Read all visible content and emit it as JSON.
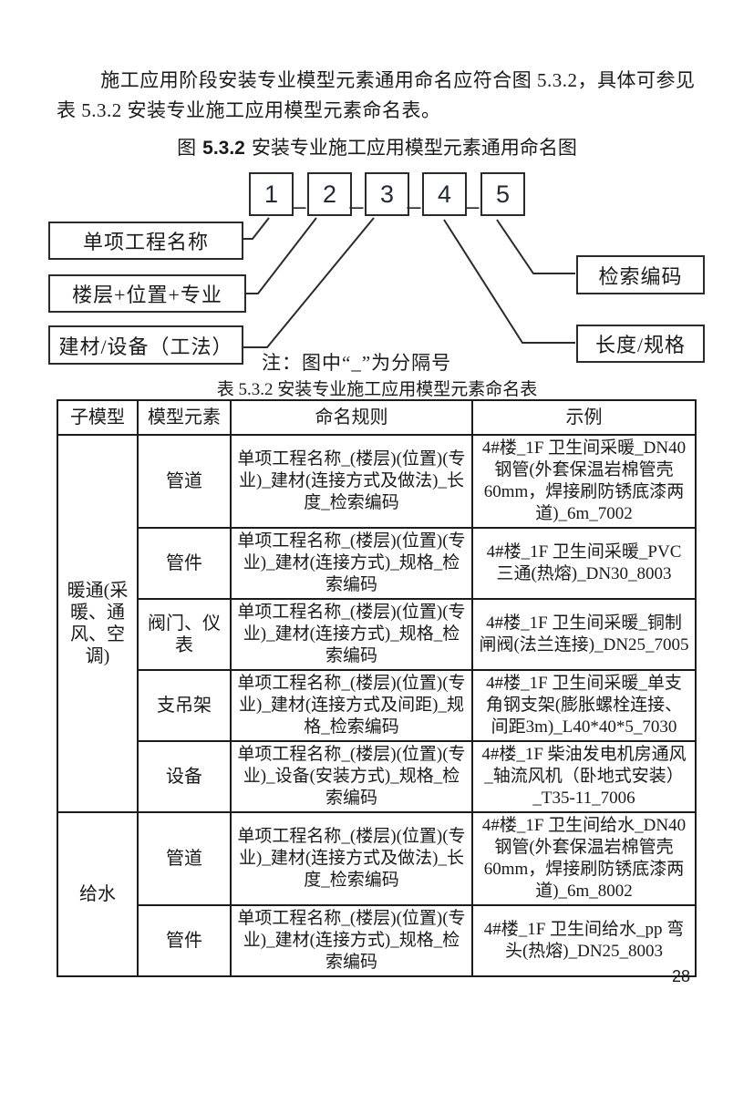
{
  "colors": {
    "ink": "#1a1a1a",
    "line": "#2b2b2b"
  },
  "page": {
    "paragraph": "施工应用阶段安装专业模型元素通用命名应符合图 5.3.2，具体可参见表 5.3.2 安装专业施工应用模型元素命名表。",
    "page_number": "28"
  },
  "figure": {
    "caption_prefix": "图",
    "caption_number": "5.3.2",
    "caption_text": "安装专业施工应用模型元素通用命名图",
    "boxes": [
      "1",
      "2",
      "3",
      "4",
      "5"
    ],
    "separator": "_",
    "labels_left": [
      "单项工程名称",
      "楼层+位置+专业",
      "建材/设备（工法）"
    ],
    "labels_right": [
      "检索编码",
      "长度/规格"
    ],
    "note": "注：图中“_”为分隔号"
  },
  "table": {
    "caption": "表 5.3.2 安装专业施工应用模型元素命名表",
    "headers": [
      "子模型",
      "模型元素",
      "命名规则",
      "示例"
    ],
    "groups": [
      {
        "submodel": "暖通(采暖、通风、空调)",
        "rows": [
          {
            "element": "管道",
            "rule": "单项工程名称_(楼层)(位置)(专业)_建材(连接方式及做法)_长度_检索编码",
            "example": "4#楼_1F 卫生间采暖_DN40 钢管(外套保温岩棉管壳60mm，焊接刷防锈底漆两道)_6m_7002"
          },
          {
            "element": "管件",
            "rule": "单项工程名称_(楼层)(位置)(专业)_建材(连接方式)_规格_检索编码",
            "example": "4#楼_1F 卫生间采暖_PVC 三通(热熔)_DN30_8003"
          },
          {
            "element": "阀门、仪表",
            "rule": "单项工程名称_(楼层)(位置)(专业)_建材(连接方式)_规格_检索编码",
            "example": "4#楼_1F 卫生间采暖_铜制闸阀(法兰连接)_DN25_7005"
          },
          {
            "element": "支吊架",
            "rule": "单项工程名称_(楼层)(位置)(专业)_建材(连接方式及间距)_规格_检索编码",
            "example": "4#楼_1F 卫生间采暖_单支角钢支架(膨胀螺栓连接、间距3m)_L40*40*5_7030"
          },
          {
            "element": "设备",
            "rule": "单项工程名称_(楼层)(位置)(专业)_设备(安装方式)_规格_检索编码",
            "example": "4#楼_1F 柴油发电机房通风_轴流风机（卧地式安装）_T35-11_7006"
          }
        ]
      },
      {
        "submodel": "给水",
        "rows": [
          {
            "element": "管道",
            "rule": "单项工程名称_(楼层)(位置)(专业)_建材(连接方式及做法)_长度_检索编码",
            "example": "4#楼_1F 卫生间给水_DN40 钢管(外套保温岩棉管壳60mm，焊接刷防锈底漆两道)_6m_8002"
          },
          {
            "element": "管件",
            "rule": "单项工程名称_(楼层)(位置)(专业)_建材(连接方式)_规格_检索编码",
            "example": "4#楼_1F 卫生间给水_pp 弯头(热熔)_DN25_8003"
          }
        ]
      }
    ]
  }
}
